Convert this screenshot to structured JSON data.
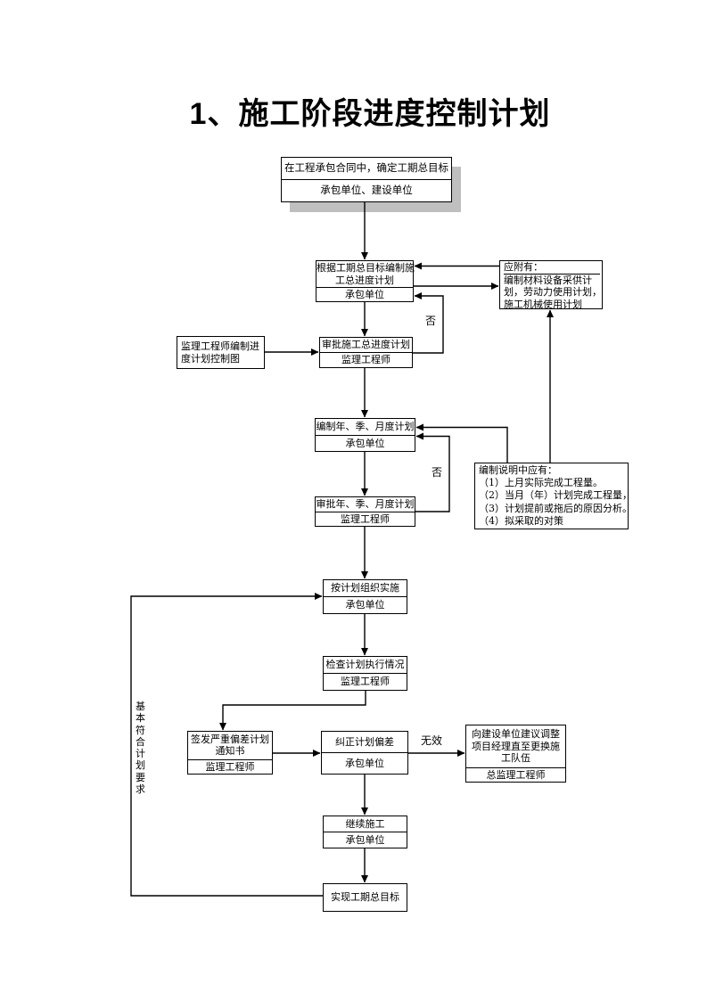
{
  "page": {
    "title": "1、施工阶段进度控制计划"
  },
  "flowchart": {
    "boxes": {
      "contract_goal": {
        "top": [
          "在工程承包合同中，确定工期总目标"
        ],
        "bottom": [
          "承包单位、建设单位"
        ]
      },
      "master_schedule": {
        "top": [
          "根据工期总目标编制施",
          "工总进度计划"
        ],
        "bottom": [
          "承包单位"
        ]
      },
      "attachments": {
        "top": [
          "应附有："
        ],
        "bottom": [
          "编制材料设备采供计",
          "划，劳动力使用计划，",
          "施工机械使用计划"
        ]
      },
      "control_chart": {
        "top": [
          "监理工程师编制进",
          "度计划控制图"
        ]
      },
      "approve_master": {
        "top": [
          "审批施工总进度计划"
        ],
        "bottom": [
          "监理工程师"
        ]
      },
      "periodic_plan": {
        "top": [
          "编制年、季、月度计划"
        ],
        "bottom": [
          "承包单位"
        ]
      },
      "plan_notes": {
        "top": [
          "编制说明中应有：",
          "（1）上月实际完成工程量。",
          "（2）当月（年）计划完成工程量，",
          "（3）计划提前或拖后的原因分析。",
          "（4）拟采取的对策"
        ]
      },
      "approve_periodic": {
        "top": [
          "审批年、季、月度计划"
        ],
        "bottom": [
          "监理工程师"
        ]
      },
      "implement": {
        "top": [
          "按计划组织实施"
        ],
        "bottom": [
          "承包单位"
        ]
      },
      "check_execution": {
        "top": [
          "检查计划执行情况"
        ],
        "bottom": [
          "监理工程师"
        ]
      },
      "deviation_notice": {
        "top": [
          "签发严重偏差计划",
          "通知书"
        ],
        "bottom": [
          "监理工程师"
        ]
      },
      "correct_deviation": {
        "top": [
          "纠正计划偏差"
        ],
        "bottom": [
          "承包单位"
        ]
      },
      "suggest_replace": {
        "top": [
          "向建设单位建议调整",
          "项目经理直至更换施",
          "工队伍"
        ],
        "bottom": [
          "总监理工程师"
        ]
      },
      "continue_construction": {
        "top": [
          "继续施工"
        ],
        "bottom": [
          "承包单位"
        ]
      },
      "achieve_goal": {
        "top": [
          "实现工期总目标"
        ]
      }
    },
    "labels": {
      "no_top": "否",
      "no_mid": "否",
      "invalid": "无效",
      "conform": "基本符合计划要求"
    }
  },
  "colors": {
    "ink": "#000000",
    "shadow": "#bfbfbf",
    "background": "#ffffff"
  }
}
